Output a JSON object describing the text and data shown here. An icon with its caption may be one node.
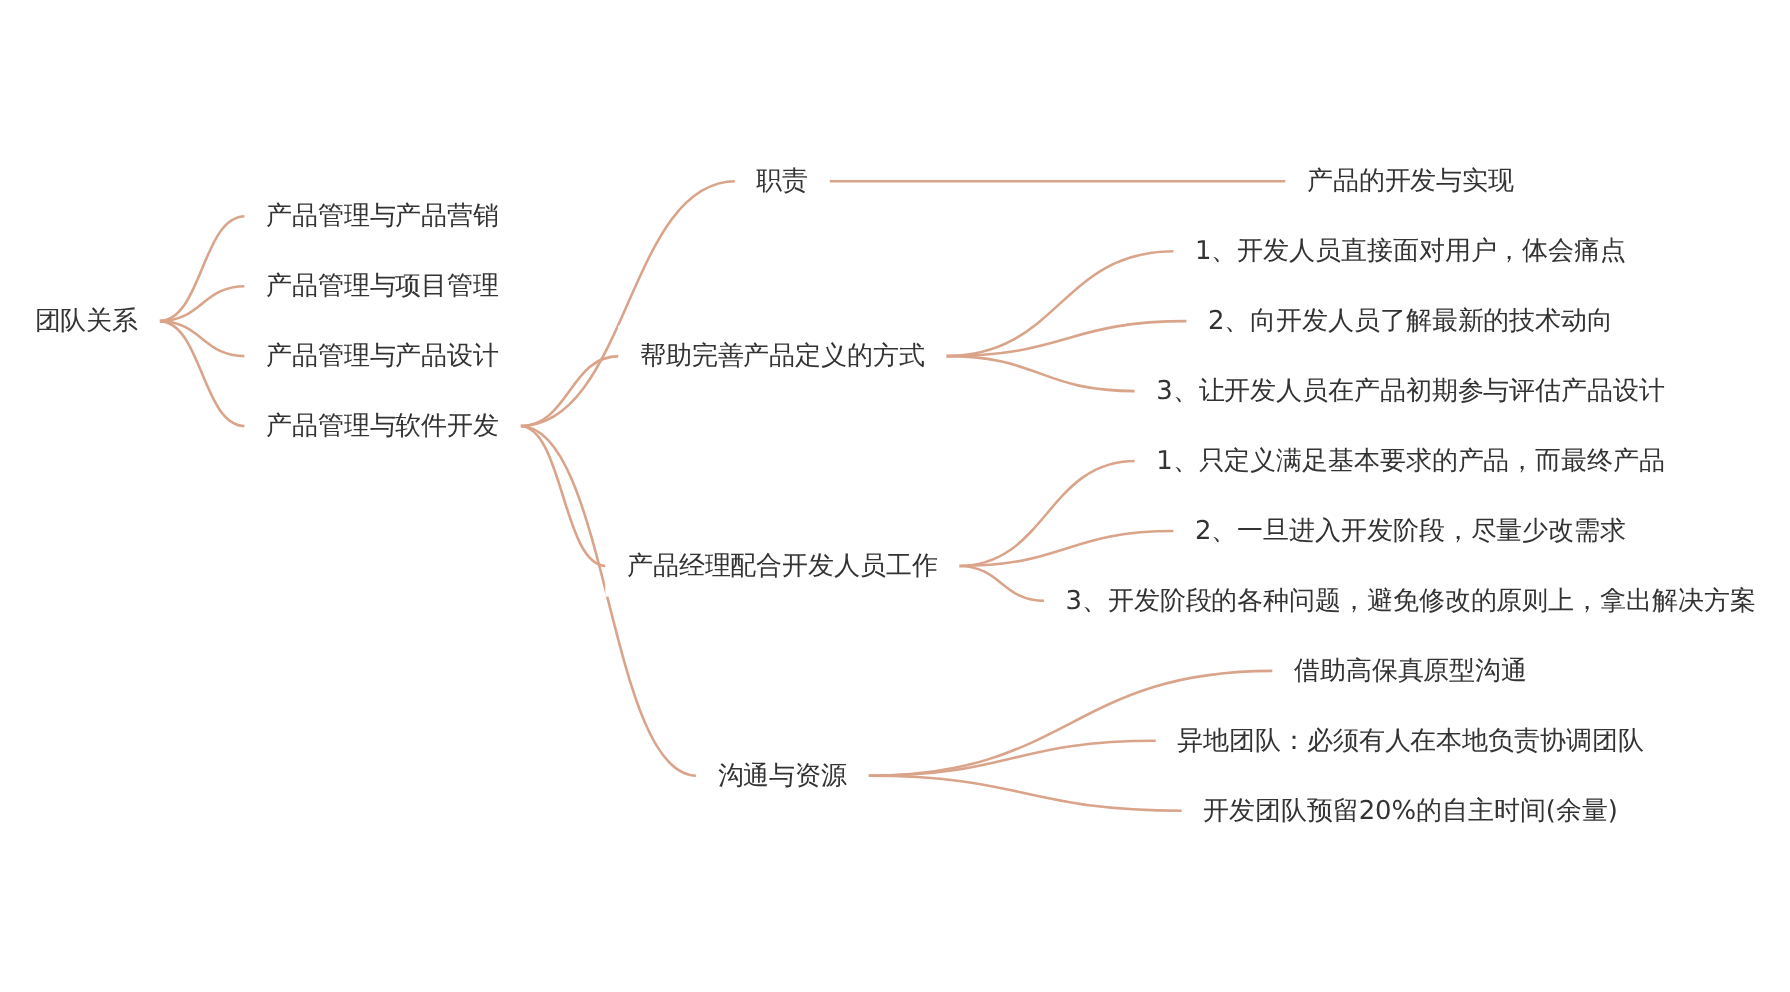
{
  "diagram": {
    "nodes": [
      {
        "text": [
          "团队关系"
        ]
      },
      {
        "text": [
          "产品管理与产品营销"
        ]
      },
      {
        "text": [
          "产品管理与项目管理"
        ]
      },
      {
        "text": [
          "产品管理与产品设计"
        ]
      },
      {
        "text": [
          "产品管理与软件开发"
        ]
      },
      {
        "text": [
          "职责"
        ]
      },
      {
        "text": [
          "产品的开发与实现"
        ]
      },
      {
        "text": [
          "帮助完善产品定义的方式"
        ]
      },
      {
        "text": [
          "1、开发人员直接面对用户，体会痛点"
        ]
      },
      {
        "text": [
          "2、向开发人员了解最新的技术动向"
        ]
      },
      {
        "text": [
          "3、让开发人员在产品初期参与评估产品设计"
        ]
      },
      {
        "text": [
          "产品经理配合开发人员工作"
        ]
      },
      {
        "text": [
          "1、只定义满足基本要求的产品，而最终产品"
        ]
      },
      {
        "text": [
          "2、一旦进入开发阶段，尽量少改需求"
        ]
      },
      {
        "text": [
          "3、开发阶段的各种问题，避免修改的原则上，拿出解决方案"
        ]
      },
      {
        "text": [
          "沟通与资源"
        ]
      },
      {
        "text": [
          "借助高保真原型沟通"
        ]
      },
      {
        "text": [
          "异地团队：必须有人在本地负责协调团队"
        ]
      },
      {
        "text": [
          "开发团队预留20%的自主时间(余量)"
        ]
      }
    ],
    "edges": [
      {
        "from": 0,
        "to": 1,
        "arrow": "none"
      },
      {
        "from": 0,
        "to": 2,
        "arrow": "none"
      },
      {
        "from": 0,
        "to": 3,
        "arrow": "none"
      },
      {
        "from": 0,
        "to": 4,
        "arrow": "none"
      },
      {
        "from": 4,
        "to": 5,
        "arrow": "none"
      },
      {
        "from": 5,
        "to": 6,
        "arrow": "none"
      },
      {
        "from": 4,
        "to": 7,
        "arrow": "none"
      },
      {
        "from": 7,
        "to": 8,
        "arrow": "none"
      },
      {
        "from": 7,
        "to": 9,
        "arrow": "none"
      },
      {
        "from": 7,
        "to": 10,
        "arrow": "none"
      },
      {
        "from": 4,
        "to": 11,
        "arrow": "none"
      },
      {
        "from": 11,
        "to": 12,
        "arrow": "none"
      },
      {
        "from": 11,
        "to": 13,
        "arrow": "none"
      },
      {
        "from": 11,
        "to": 14,
        "arrow": "none"
      },
      {
        "from": 4,
        "to": 15,
        "arrow": "none"
      },
      {
        "from": 15,
        "to": 16,
        "arrow": "none"
      },
      {
        "from": 15,
        "to": 17,
        "arrow": "none"
      },
      {
        "from": 15,
        "to": 18,
        "arrow": "none"
      }
    ]
  }
}
